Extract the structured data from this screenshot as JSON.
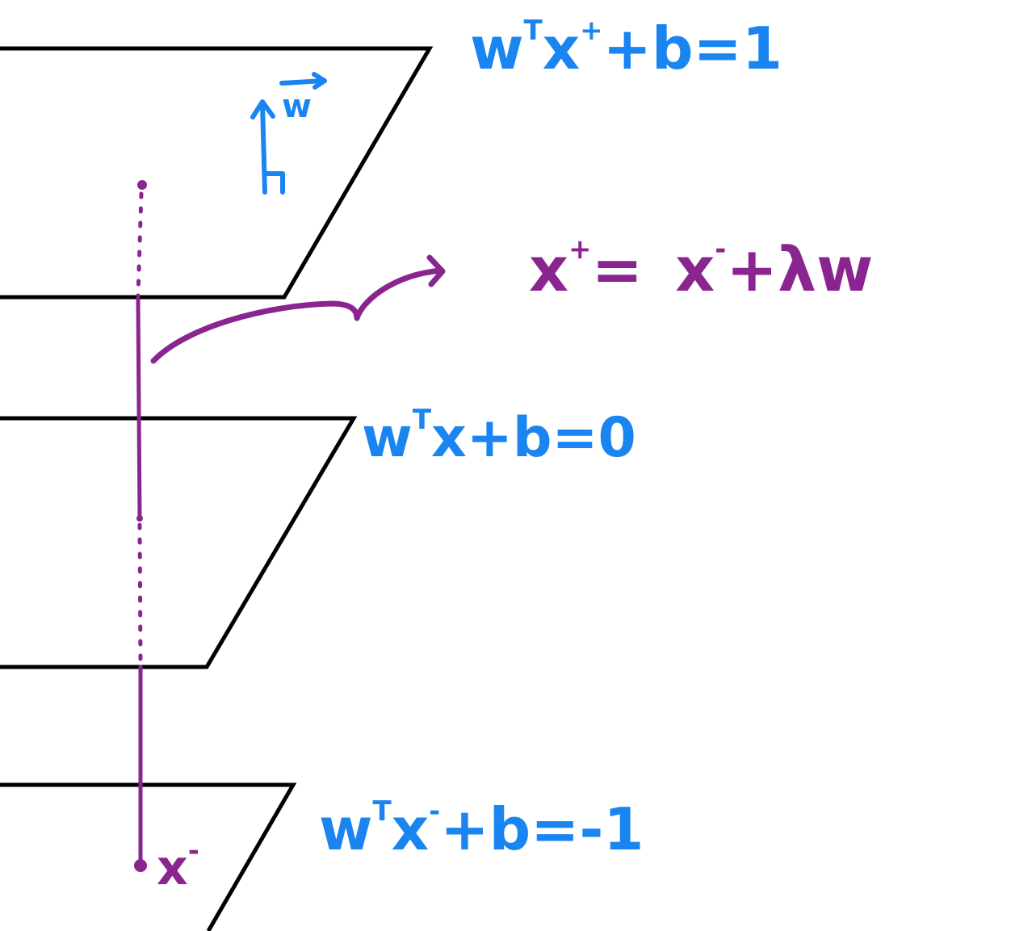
{
  "labels": {
    "top_plane_prefix": "w",
    "top_plane_sup": "T",
    "top_plane_x": "x",
    "top_plane_x_sup": "+",
    "top_plane_rest": "+b=1",
    "mid_plane_prefix": "w",
    "mid_plane_sup": "T",
    "mid_plane_rest": "x+b=0",
    "bottom_plane_prefix": "w",
    "bottom_plane_sup": "T",
    "bottom_plane_x": "x",
    "bottom_plane_x_sup": "-",
    "bottom_plane_rest": "+b=-1",
    "normal_vector": "w",
    "relation_lhs": "x",
    "relation_lhs_sup": "+",
    "relation_eq": "=",
    "relation_rhs_x": "x",
    "relation_rhs_sup": "-",
    "relation_rhs_rest": "+λw",
    "point_label": "x",
    "point_label_sup": "-"
  },
  "colors": {
    "plane": "#000000",
    "equations": "#1a85f0",
    "vector_path": "#8a2590"
  }
}
